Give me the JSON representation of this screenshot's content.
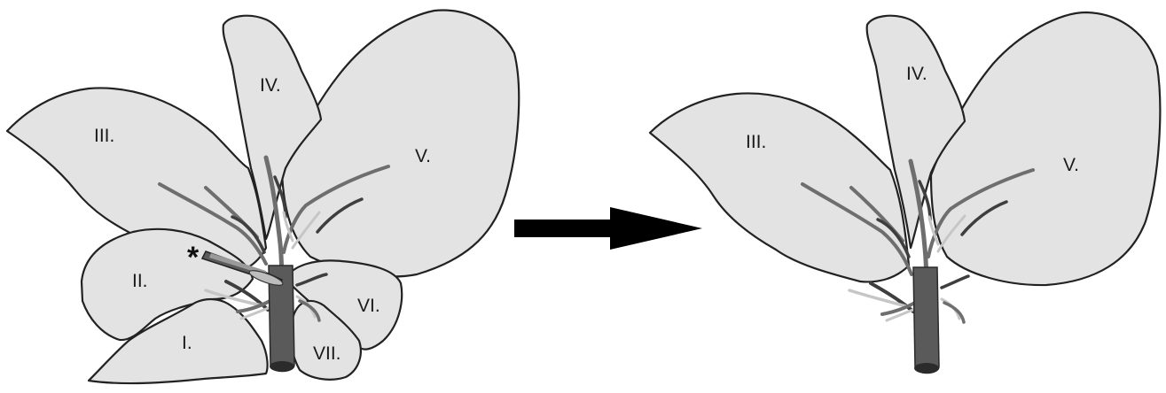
{
  "panels": {
    "before": {
      "lobes": {
        "III": "III.",
        "IV": "IV.",
        "V": "V.",
        "II": "II.",
        "I": "I.",
        "VI": "VI.",
        "VII": "VII."
      },
      "clamp_marker": "*"
    },
    "after": {
      "lobes": {
        "III": "III.",
        "IV": "IV.",
        "V": "V."
      }
    }
  },
  "arrow": {
    "direction": "right",
    "color": "#000000"
  },
  "colors": {
    "lobe_fill": "#e3e3e3",
    "outline": "#222222",
    "vessel": "#6e6e6e"
  }
}
